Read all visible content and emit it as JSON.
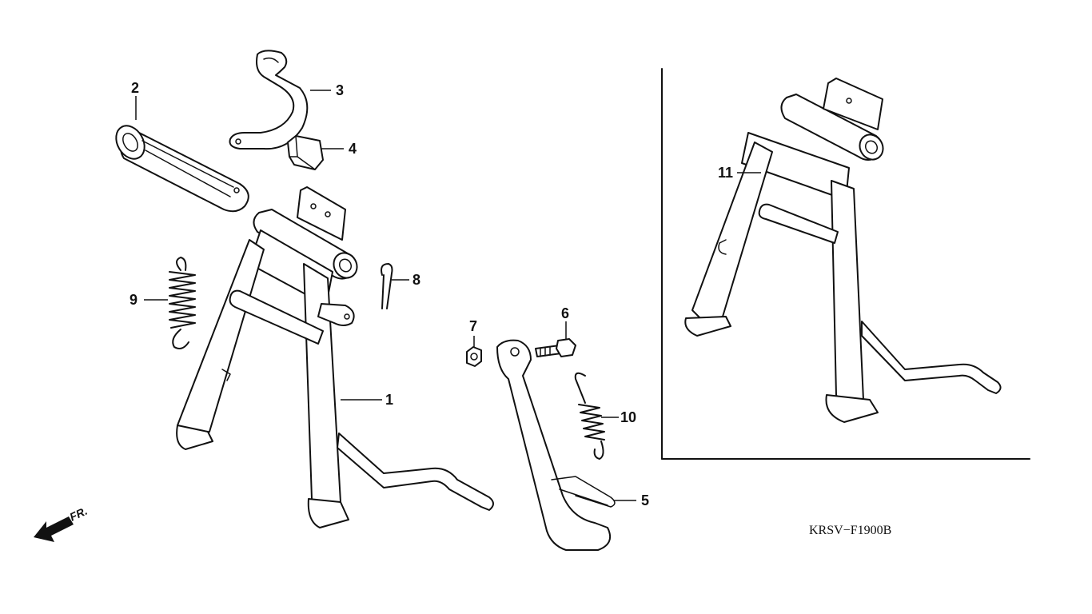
{
  "diagram_code": "KRSV−F1900B",
  "direction_label": "FR.",
  "callouts": [
    {
      "id": "1",
      "label": "1"
    },
    {
      "id": "2",
      "label": "2"
    },
    {
      "id": "3",
      "label": "3"
    },
    {
      "id": "4",
      "label": "4"
    },
    {
      "id": "5",
      "label": "5"
    },
    {
      "id": "6",
      "label": "6"
    },
    {
      "id": "7",
      "label": "7"
    },
    {
      "id": "8",
      "label": "8"
    },
    {
      "id": "9",
      "label": "9"
    },
    {
      "id": "10",
      "label": "10"
    },
    {
      "id": "11",
      "label": "11"
    }
  ]
}
